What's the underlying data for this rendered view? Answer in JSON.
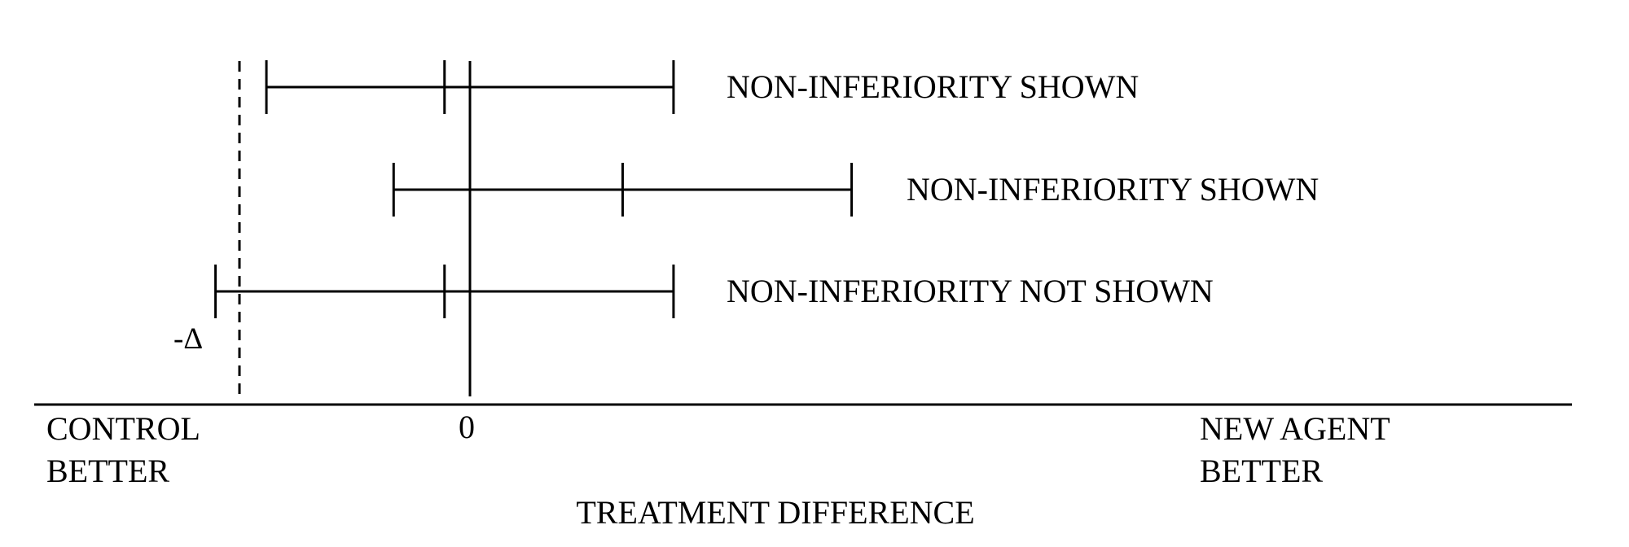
{
  "colors": {
    "line": "#000000",
    "background": "#ffffff"
  },
  "diagram": {
    "title": "",
    "axis": {
      "zero_label": "0",
      "left_label": [
        "CONTROL",
        "BETTER"
      ],
      "right_label": [
        "NEW AGENT",
        "BETTER"
      ],
      "axis_title": "TREATMENT DIFFERENCE"
    },
    "margin_label": "-Δ",
    "intervals": [
      {
        "label": "NON-INFERIORITY SHOWN",
        "lower": -0.88,
        "estimate": -0.11,
        "upper": 0.88
      },
      {
        "label": "NON-INFERIORITY SHOWN",
        "lower": -0.33,
        "estimate": 0.66,
        "upper": 1.65
      },
      {
        "label": "NON-INFERIORITY NOT SHOWN",
        "lower": -1.1,
        "estimate": -0.11,
        "upper": 0.88
      }
    ]
  }
}
